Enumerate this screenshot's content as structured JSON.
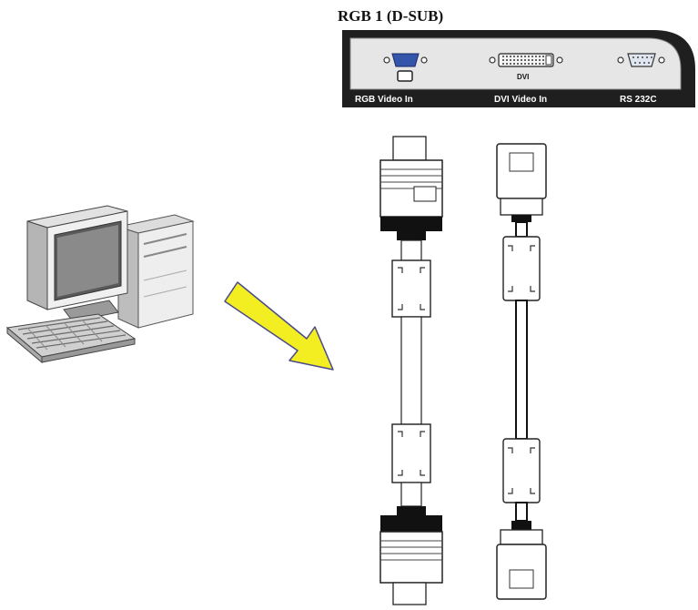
{
  "panel": {
    "title": "RGB 1 (D-SUB)",
    "dvi_connector_label": "DVI",
    "ports": [
      {
        "label": "RGB Video In"
      },
      {
        "label": "DVI Video In"
      },
      {
        "label": "RS 232C"
      }
    ]
  },
  "colors": {
    "panel_bg": "#1f1f1f",
    "panel_strip": "#e6e6e6",
    "vga_port": "#3355aa",
    "arrow_fill": "#f2ee22",
    "arrow_outline": "#4a4a8a"
  },
  "icons": [
    "computer-icon",
    "keyboard-icon",
    "arrow-icon",
    "vga-cable-icon",
    "dvi-cable-icon"
  ]
}
